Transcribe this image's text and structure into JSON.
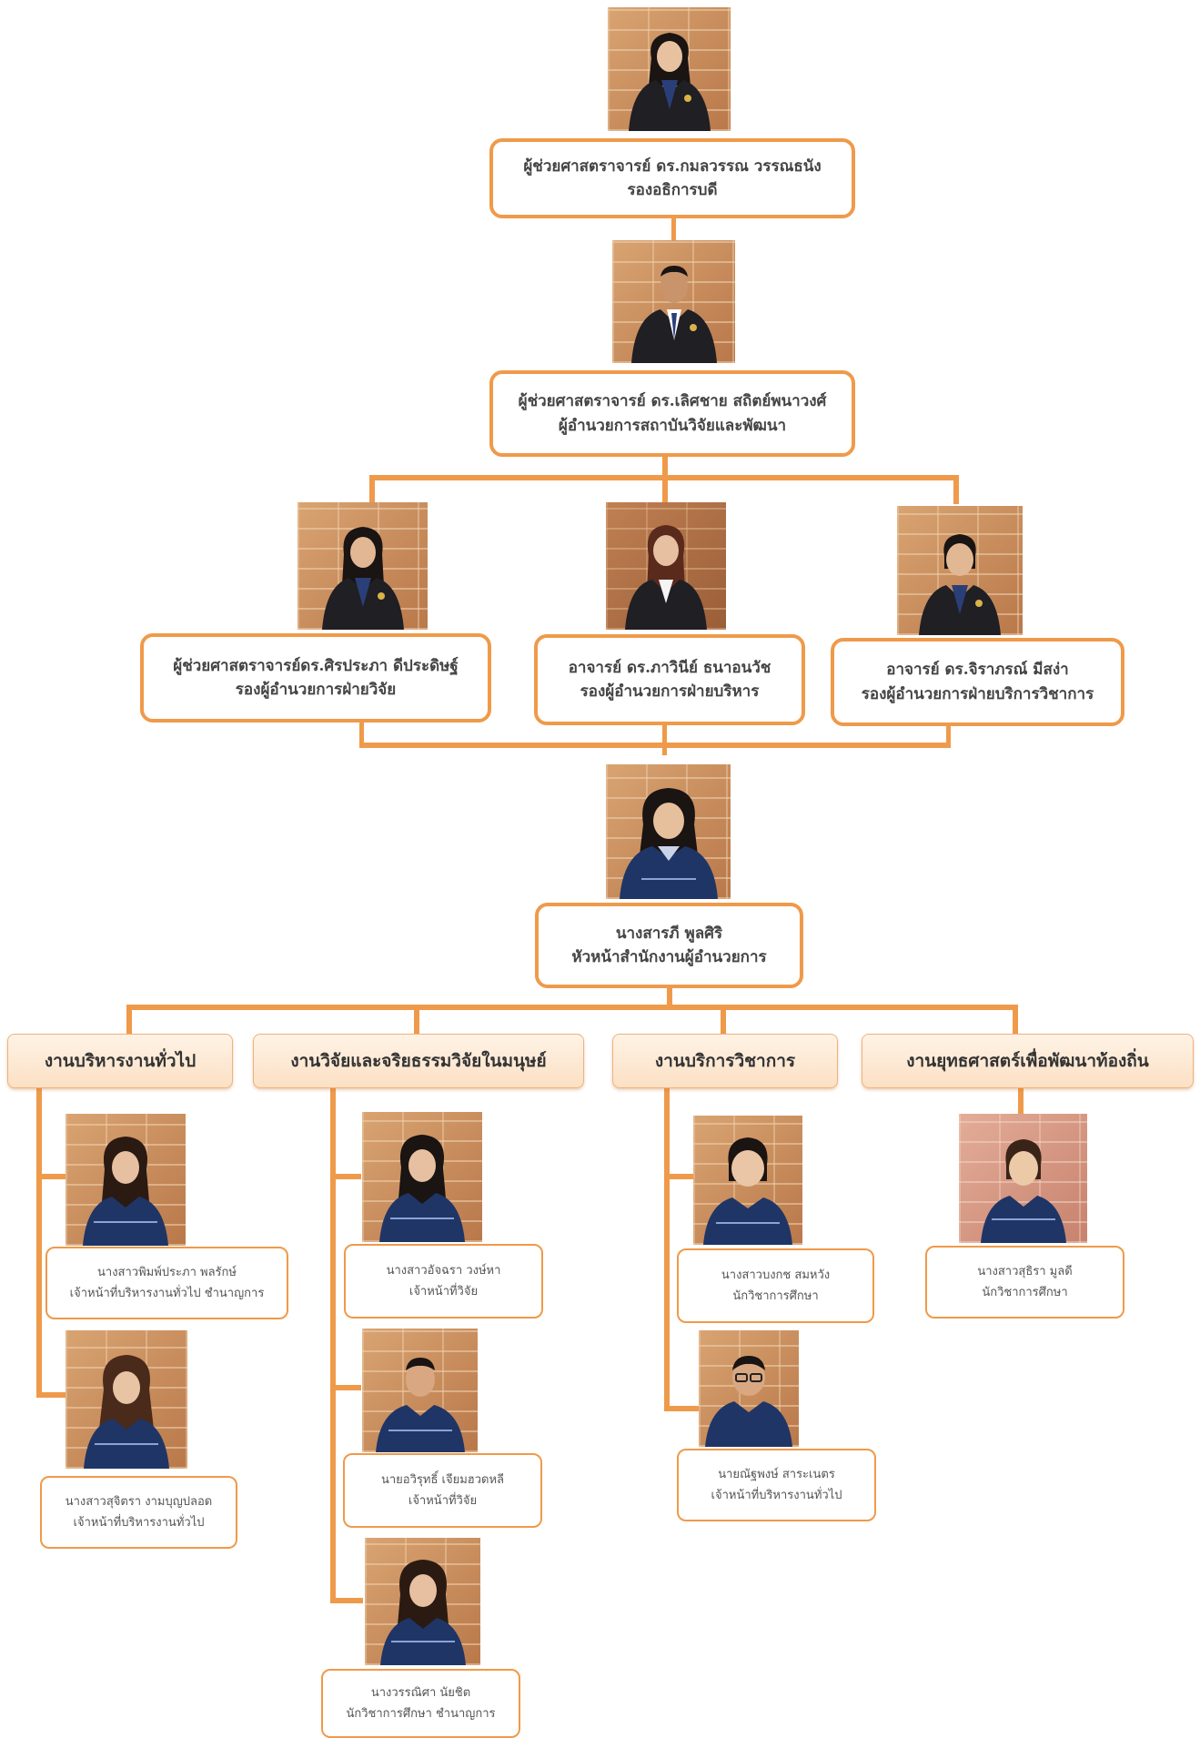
{
  "top": {
    "name": "ผู้ช่วยศาสตราจารย์ ดร.กมลวรรณ   วรรณธนัง",
    "title": "รองอธิการบดี"
  },
  "director": {
    "name": "ผู้ช่วยศาสตราจารย์ ดร.เลิศชาย สถิตย์พนาวงศ์",
    "title": "ผู้อำนวยการสถาบันวิจัยและพัฒนา"
  },
  "deputies": [
    {
      "name": "ผู้ช่วยศาสตราจารย์ดร.ศิรประภา ดีประดิษฐ์",
      "title": "รองผู้อำนวยการฝ่ายวิจัย"
    },
    {
      "name": "อาจารย์ ดร.ภาวินีย์   ธนาอนวัช",
      "title": "รองผู้อำนวยการฝ่ายบริหาร"
    },
    {
      "name": "อาจารย์ ดร.จิราภรณ์ มีสง่า",
      "title": "รองผู้อำนวยการฝ่ายบริการวิชาการ"
    }
  ],
  "office_head": {
    "name": "นางสารภี พูลศิริ",
    "title": "หัวหน้าสำนักงานผู้อำนวยการ"
  },
  "departments": [
    {
      "label": "งานบริหารงานทั่วไป",
      "staff": [
        {
          "name": "นางสาวพิมพ์ประภา พลรักษ์",
          "title": "เจ้าหน้าที่บริหารงานทั่วไป ชำนาญการ"
        },
        {
          "name": "นางสาวสุจิตรา งามบุญปลอด",
          "title": "เจ้าหน้าที่บริหารงานทั่วไป"
        }
      ]
    },
    {
      "label": "งานวิจัยและจริยธรรมวิจัยในมนุษย์",
      "staff": [
        {
          "name": "นางสาวอัจฉรา วงษ์หา",
          "title": "เจ้าหน้าที่วิจัย"
        },
        {
          "name": "นายอวิรุทธิ์ เจียมฮวดหลี",
          "title": "เจ้าหน้าที่วิจัย"
        },
        {
          "name": "นางวรรณิศา นัยชิต",
          "title": "นักวิชาการศึกษา ชำนาญการ"
        }
      ]
    },
    {
      "label": "งานบริการวิชาการ",
      "staff": [
        {
          "name": "นางสาวบงกช สมหวัง",
          "title": "นักวิชาการศึกษา"
        },
        {
          "name": "นายณัฐพงษ์ สาระเนตร",
          "title": "เจ้าหน้าที่บริหารงานทั่วไป"
        }
      ]
    },
    {
      "label": "งานยุทธศาสตร์เพื่อพัฒนาท้องถิ่น",
      "staff": [
        {
          "name": "นางสาวสุธิรา มูลดี",
          "title": "นักวิชาการศึกษา"
        }
      ]
    }
  ],
  "colors": {
    "connector": "#ef9a4a",
    "box_border": "#ef9a4a",
    "dept_fill": "#fbe0c4",
    "blazer": "#1f1f24",
    "polo": "#1f3566"
  }
}
